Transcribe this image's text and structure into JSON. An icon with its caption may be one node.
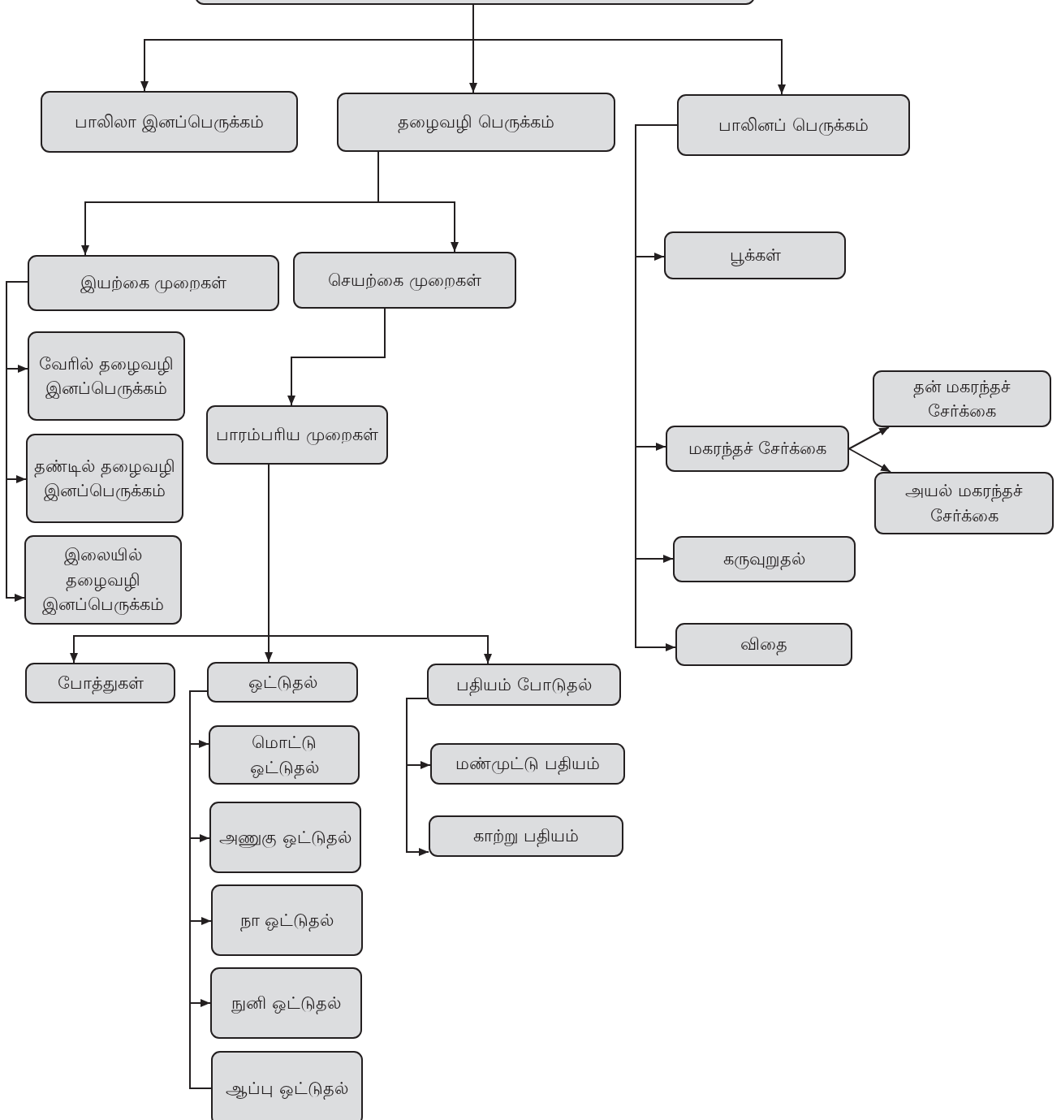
{
  "diagram": {
    "nodes": [
      {
        "text": [],
        "shape": "box"
      },
      {
        "text": [
          "பாலிலா இனப்பெருக்கம்"
        ]
      },
      {
        "text": [
          "தழைவழி பெருக்கம்"
        ]
      },
      {
        "text": [
          "பாலினப் பெருக்கம்"
        ]
      },
      {
        "text": [
          "இயற்கை முறைகள்"
        ]
      },
      {
        "text": [
          "செயற்கை முறைகள்"
        ]
      },
      {
        "text": [
          "வேரில் தழைவழி இனப்பெருக்கம்"
        ]
      },
      {
        "text": [
          "தண்டில் தழைவழி இனப்பெருக்கம்"
        ]
      },
      {
        "text": [
          "இலையில் தழைவழி இனப்பெருக்கம்"
        ]
      },
      {
        "text": [
          "பாரம்பரிய முறைகள்"
        ]
      },
      {
        "text": [
          "போத்துகள்"
        ]
      },
      {
        "text": [
          "ஒட்டுதல்"
        ]
      },
      {
        "text": [
          "மொட்டு ஒட்டுதல்"
        ]
      },
      {
        "text": [
          "அணுகு ஒட்டுதல்"
        ]
      },
      {
        "text": [
          "நா ஒட்டுதல்"
        ]
      },
      {
        "text": [
          "நுனி ஒட்டுதல்"
        ]
      },
      {
        "text": [
          "ஆப்பு ஒட்டுதல்"
        ]
      },
      {
        "text": [
          "பதியம் போடுதல்"
        ]
      },
      {
        "text": [
          "மண்முட்டு பதியம்"
        ]
      },
      {
        "text": [
          "காற்று பதியம்"
        ]
      },
      {
        "text": [
          "பூக்கள்"
        ]
      },
      {
        "text": [
          "மகரந்தச் சேர்க்கை"
        ]
      },
      {
        "text": [
          "தன் மகரந்தச் சேர்க்கை"
        ]
      },
      {
        "text": [
          "அயல் மகரந்தச் சேர்க்கை"
        ]
      },
      {
        "text": [
          "கருவுறுதல்"
        ]
      },
      {
        "text": [
          "விதை"
        ]
      }
    ],
    "edges": [
      {
        "from": 0,
        "to": 1,
        "arrow": "to"
      },
      {
        "from": 0,
        "to": 2,
        "arrow": "to"
      },
      {
        "from": 0,
        "to": 3,
        "arrow": "to"
      },
      {
        "from": 2,
        "to": 4,
        "arrow": "to"
      },
      {
        "from": 2,
        "to": 5,
        "arrow": "to"
      },
      {
        "from": 4,
        "to": 6,
        "arrow": "to"
      },
      {
        "from": 4,
        "to": 7,
        "arrow": "to"
      },
      {
        "from": 4,
        "to": 8,
        "arrow": "to"
      },
      {
        "from": 5,
        "to": 9,
        "arrow": "to"
      },
      {
        "from": 9,
        "to": 10,
        "arrow": "to"
      },
      {
        "from": 9,
        "to": 11,
        "arrow": "to"
      },
      {
        "from": 9,
        "to": 17,
        "arrow": "to"
      },
      {
        "from": 11,
        "to": 12,
        "arrow": "to"
      },
      {
        "from": 11,
        "to": 13,
        "arrow": "to"
      },
      {
        "from": 11,
        "to": 14,
        "arrow": "to"
      },
      {
        "from": 11,
        "to": 15,
        "arrow": "to"
      },
      {
        "from": 11,
        "to": 16,
        "arrow": "none"
      },
      {
        "from": 17,
        "to": 18,
        "arrow": "to"
      },
      {
        "from": 17,
        "to": 19,
        "arrow": "to"
      },
      {
        "from": 3,
        "to": 20,
        "arrow": "to"
      },
      {
        "from": 3,
        "to": 21,
        "arrow": "to"
      },
      {
        "from": 3,
        "to": 24,
        "arrow": "to"
      },
      {
        "from": 3,
        "to": 25,
        "arrow": "to"
      },
      {
        "from": 21,
        "to": 22,
        "arrow": "to"
      },
      {
        "from": 21,
        "to": 23,
        "arrow": "to"
      }
    ]
  }
}
